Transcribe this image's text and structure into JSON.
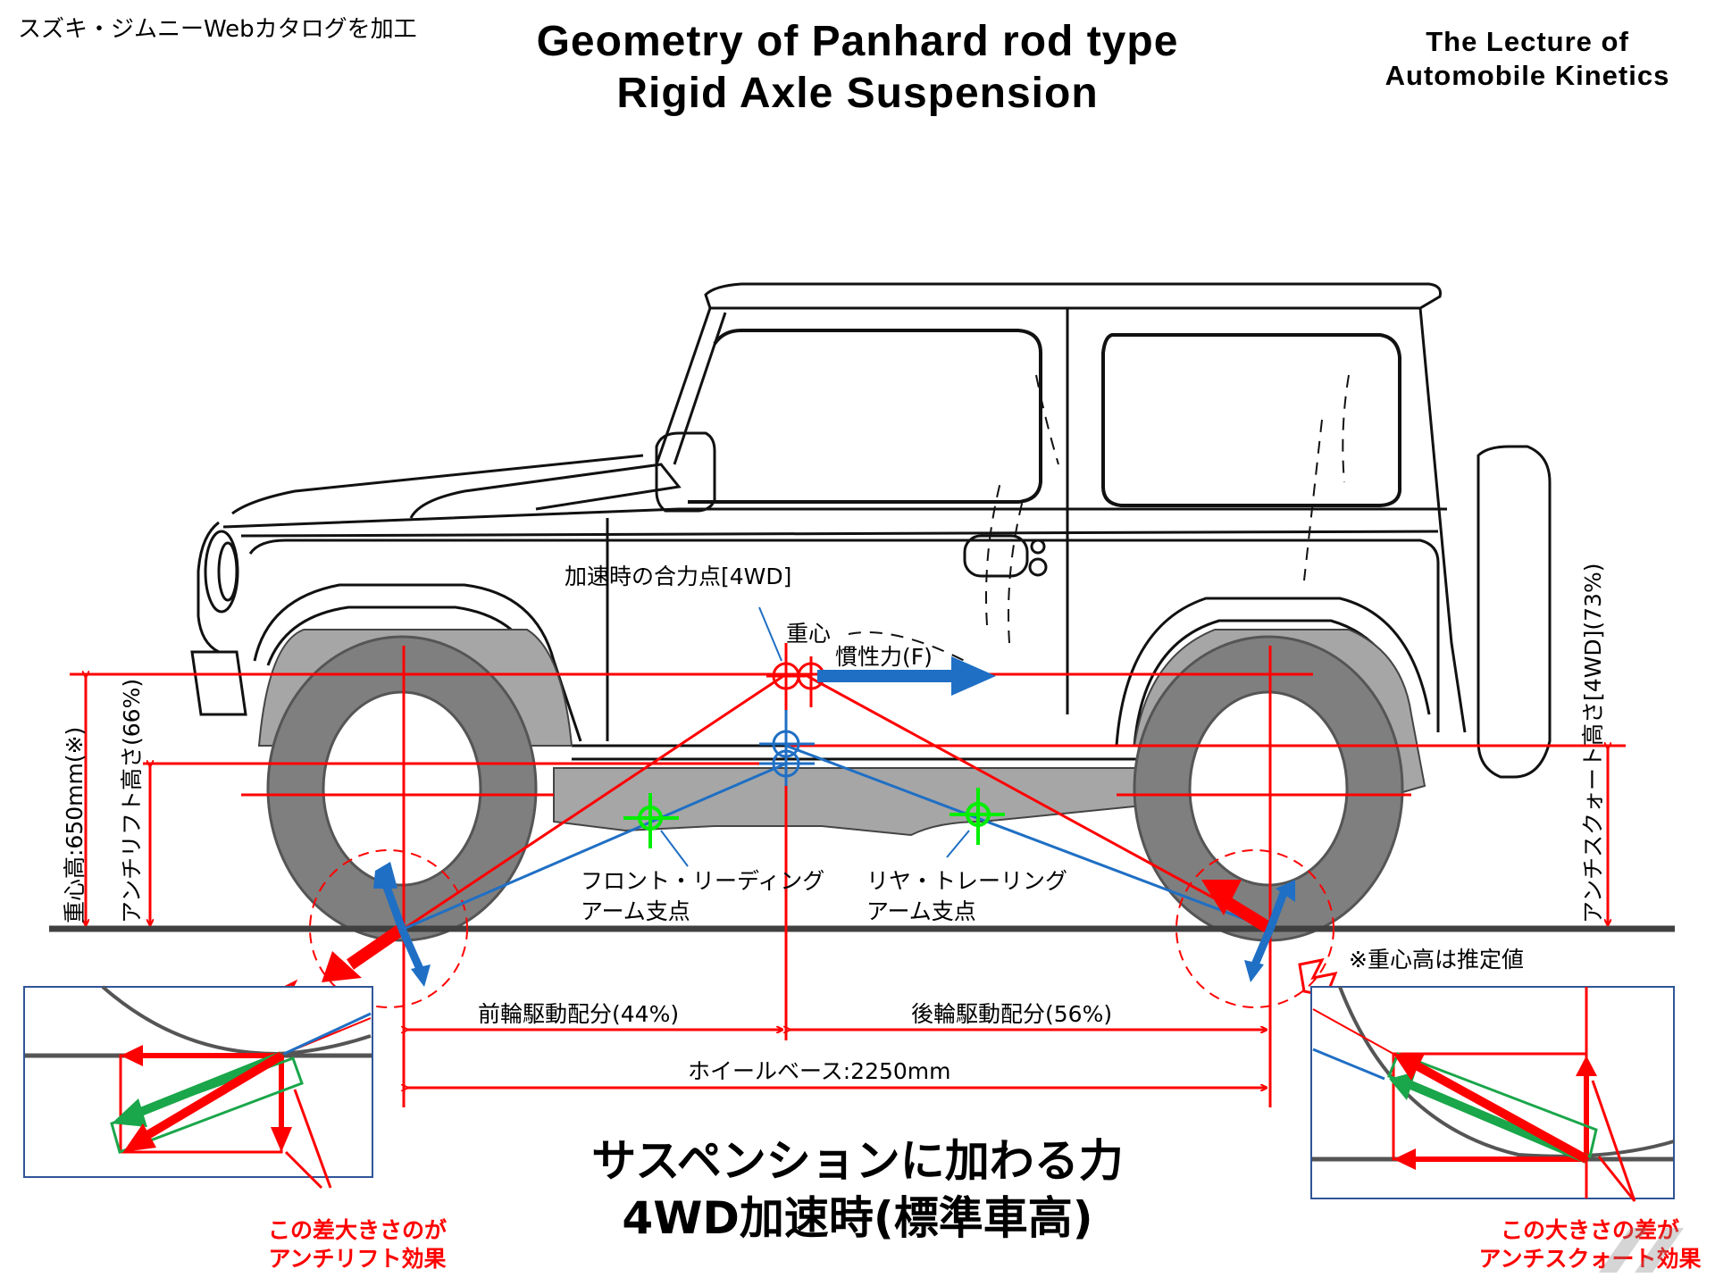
{
  "header": {
    "source_note": "スズキ・ジムニーWebカタログを加工",
    "title_line1": "Geometry of Panhard rod type",
    "title_line2": "Rigid Axle Suspension",
    "lecture_line1": "The Lecture of",
    "lecture_line2": "Automobile Kinetics"
  },
  "labels": {
    "combined_force_point": "加速時の合力点[4WD]",
    "center_of_gravity": "重心",
    "inertia_force": "慣性力(F)",
    "front_arm_pivot_line1": "フロント・リーディング",
    "front_arm_pivot_line2": "アーム支点",
    "rear_arm_pivot_line1": "リヤ・トレーリング",
    "rear_arm_pivot_line2": "アーム支点",
    "cg_height": "重心高:650mm(※)",
    "anti_lift_height": "アンチリフト高さ(66%)",
    "anti_squat_height": "アンチスクォート高さ[4WD](73%)",
    "cg_estimate_note": "※重心高は推定値",
    "front_drive_split": "前輪駆動配分(44%)",
    "rear_drive_split": "後輪駆動配分(56%)",
    "wheelbase": "ホイールベース:2250mm"
  },
  "values": {
    "cg_height_mm": 650,
    "wheelbase_mm": 2250,
    "front_drive_pct": 44,
    "rear_drive_pct": 56,
    "anti_lift_pct": 66,
    "anti_squat_pct": 73
  },
  "bottom": {
    "title_line1": "サスペンションに加わる力",
    "title_line2": "4WD加速時(標準車高)"
  },
  "notes": {
    "anti_lift_line1": "この差大きさのが",
    "anti_lift_line2": "アンチリフト効果",
    "anti_squat_line1": "この大きさの差が",
    "anti_squat_line2": "アンチスクォート効果"
  },
  "colors": {
    "geometry_red": "#ff0000",
    "link_blue": "#1f6fc4",
    "pivot_green": "#00ee00",
    "vector_green": "#1aa64a",
    "tire_gray": "#7f7f7f",
    "body_gray": "#a6a6a6",
    "ground": "#404040",
    "inset_frame": "#2f5597"
  }
}
